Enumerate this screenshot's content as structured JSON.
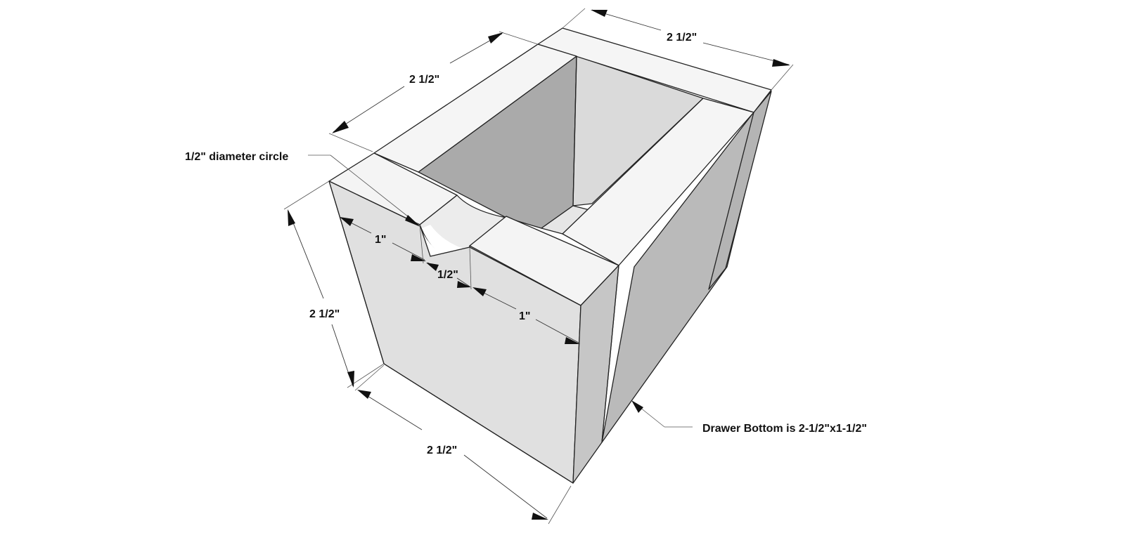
{
  "labels": {
    "top_back_width": "2 1/2\"",
    "top_left_depth": "2 1/2\"",
    "circle_note": "1/2\" diameter circle",
    "left_block_width": "1\"",
    "notch_width": "1/2\"",
    "right_block_width": "1\"",
    "height": "2 1/2\"",
    "bottom_width": "2 1/2\"",
    "drawer_bottom_note": "Drawer Bottom is 2-1/2\"x1-1/2\""
  },
  "colors": {
    "top_faces": "#f4f4f4",
    "front_face": "#e1e1e1",
    "side_face": "#b9b9b9",
    "interior_dark": "#a9a9a9",
    "interior_light": "#dcdcdc"
  }
}
